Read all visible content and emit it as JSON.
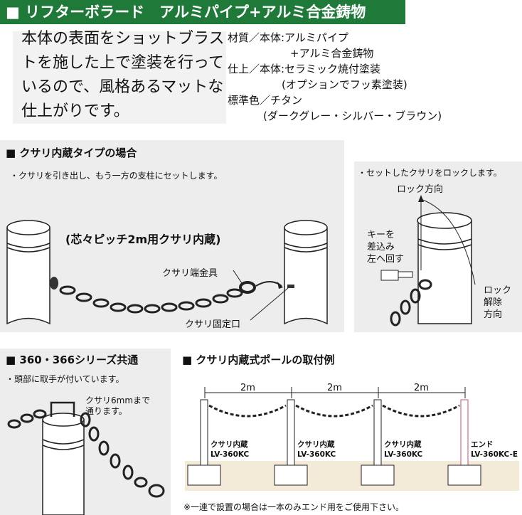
{
  "header": {
    "title": "■ リフターボラード　アルミパイプ+アルミ合金鋳物"
  },
  "intro": {
    "lines": [
      "本体の表面をショットブラス",
      "トを施した上で塗装を行って",
      "いるので、風格あるマットな",
      "仕上がりです。"
    ]
  },
  "specs": {
    "lines": [
      "材質／本体:アルミパイプ",
      "+アルミ合金鋳物",
      "仕上／本体:セラミック焼付塗装",
      "(オプションでフッ素塗装)",
      "標準色／チタン",
      "(ダークグレー・シルバー・ブラウン)"
    ]
  },
  "chain_section": {
    "title": "■ クサリ内蔵タイプの場合",
    "note": "・クサリを引き出し、もう一方の支柱にセットします。",
    "pitch_label": "(芯々ピッチ2m用クサリ内蔵)",
    "end_fitting_label": "クサリ端金具",
    "fixing_port_label": "クサリ固定口"
  },
  "lock_section": {
    "note": "・セットしたクサリをロックします。",
    "lock_dir": "ロック方向",
    "key_label": [
      "キーを",
      "差込み",
      "左へ回す"
    ],
    "unlock_label": [
      "ロック",
      "解除",
      "方向"
    ]
  },
  "series_section": {
    "title": "■ 360・366シリーズ共通",
    "note": "・頭部に取手が付いています。",
    "chain_note": [
      "クサリ6mmまで",
      "通ります。"
    ]
  },
  "install_section": {
    "title": "■ クサリ内蔵式ポールの取付例",
    "spacing": [
      "2m",
      "2m",
      "2m"
    ],
    "poles": [
      {
        "label": "クサリ内蔵",
        "model": "LV-360KC"
      },
      {
        "label": "クサリ内蔵",
        "model": "LV-360KC"
      },
      {
        "label": "クサリ内蔵",
        "model": "LV-360KC"
      },
      {
        "label": "エンド",
        "model": "LV-360KC-E"
      }
    ],
    "footnote": "※一連で設置の場合は一本のみエンド用をご使用下さい。"
  },
  "colors": {
    "header_bg": "#1f7a3a",
    "panel_bg": "#ededed",
    "ground": "#f3ead8",
    "end_pole": "#c9506a"
  }
}
